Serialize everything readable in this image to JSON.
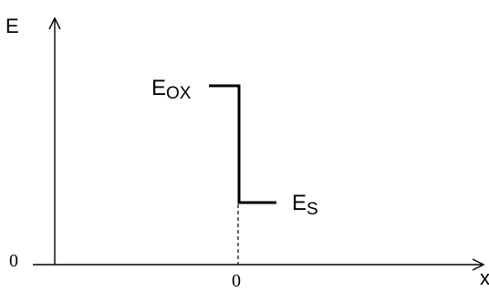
{
  "diagram": {
    "y_axis_label": "E",
    "x_axis_label": "x",
    "origin_label": "0",
    "x_tick_label": "0",
    "oxide_field_label": {
      "main": "E",
      "sub": "OX"
    },
    "semiconductor_field_label": {
      "main": "E",
      "sub": "S"
    }
  },
  "colors": {
    "line": "#000000",
    "background": "#ffffff"
  }
}
